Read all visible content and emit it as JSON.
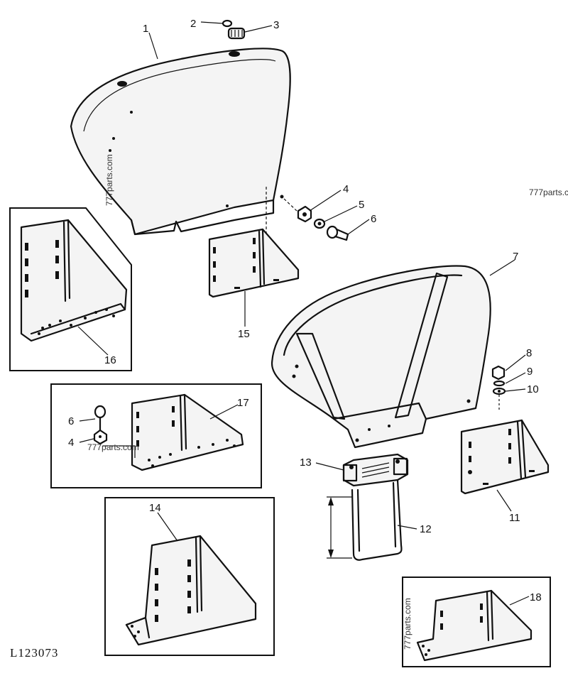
{
  "diagram": {
    "reference_code": "L123073",
    "watermarks": [
      "777parts.com",
      "777parts.c",
      "777parts.com",
      "777parts.com"
    ],
    "callouts": [
      {
        "id": "c1",
        "label": "1"
      },
      {
        "id": "c2",
        "label": "2"
      },
      {
        "id": "c3",
        "label": "3"
      },
      {
        "id": "c4a",
        "label": "4"
      },
      {
        "id": "c5",
        "label": "5"
      },
      {
        "id": "c6a",
        "label": "6"
      },
      {
        "id": "c7",
        "label": "7"
      },
      {
        "id": "c8",
        "label": "8"
      },
      {
        "id": "c9",
        "label": "9"
      },
      {
        "id": "c10",
        "label": "10"
      },
      {
        "id": "c11",
        "label": "11"
      },
      {
        "id": "c12",
        "label": "12"
      },
      {
        "id": "c13",
        "label": "13"
      },
      {
        "id": "c14",
        "label": "14"
      },
      {
        "id": "c15",
        "label": "15"
      },
      {
        "id": "c16",
        "label": "16"
      },
      {
        "id": "c17",
        "label": "17"
      },
      {
        "id": "c6b",
        "label": "6"
      },
      {
        "id": "c4b",
        "label": "4"
      },
      {
        "id": "c18",
        "label": "18"
      }
    ]
  }
}
